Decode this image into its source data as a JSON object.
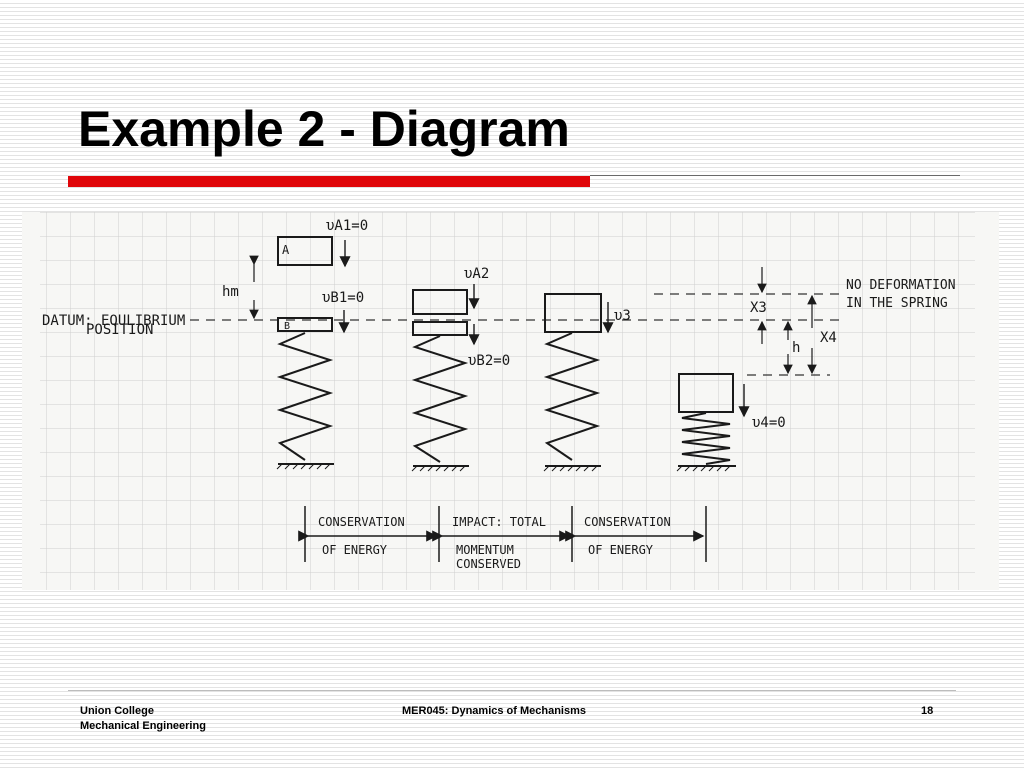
{
  "slide": {
    "title": "Example 2 - Diagram",
    "footer": {
      "left_line1": "Union College",
      "left_line2": "Mechanical Engineering",
      "center": "MER045: Dynamics of Mechanisms",
      "page_number": "18"
    }
  },
  "diagram": {
    "labels": {
      "datum_line1": "DATUM: EQULIBRIUM",
      "datum_line2": "POSITION",
      "block_a": "A",
      "block_b": "B",
      "v_a1": "υA1=0",
      "v_b1": "υB1=0",
      "h_m": "hm",
      "v_a2": "υA2",
      "v_b2": "υB2=0",
      "v_3": "υ3",
      "v_4": "υ4=0",
      "x_3": "X3",
      "x_4": "X4",
      "h": "h",
      "no_deform_line1": "NO DEFORMATION",
      "no_deform_line2": "IN THE SPRING"
    },
    "phases": [
      {
        "line1": "CONSERVATION",
        "line2": "OF ENERGY"
      },
      {
        "line1": "IMPACT: TOTAL",
        "line2": "MOMENTUM",
        "line3": "CONSERVED"
      },
      {
        "line1": "CONSERVATION",
        "line2": "OF ENERGY"
      }
    ]
  }
}
